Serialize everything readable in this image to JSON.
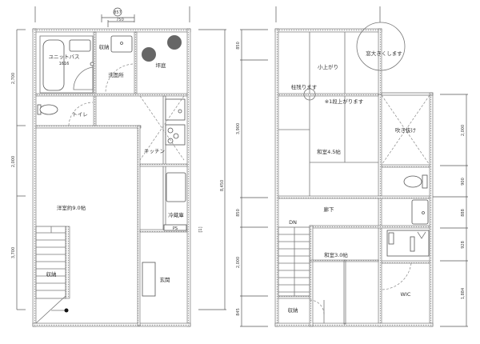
{
  "floor1": {
    "rooms": {
      "unit_bath": "ユニットバス",
      "unit_bath_size": "1616",
      "storage_top": "収納",
      "washroom": "洗面所",
      "garden": "坪庭",
      "toilet": "トイレ",
      "kitchen": "キッチン",
      "western_room": "洋室約9.0帖",
      "fridge": "冷蔵庫",
      "ps": "PS",
      "storage_stairs": "収納",
      "entrance": "玄関"
    },
    "dimensions": {
      "top_circle": "857",
      "top_inner": "750",
      "left": [
        "2,700",
        "2,000",
        "3,700"
      ],
      "total": "8,450",
      "side_mark": "[1]"
    }
  },
  "floor2": {
    "rooms": {
      "loft": "小上がり",
      "note_window": "窓大きくします",
      "note_pillar": "柱残ります",
      "note_step": "※1段上がります",
      "atrium": "吹き抜け",
      "japanese_45": "和室4.5帖",
      "corridor": "廊下",
      "down": "DN",
      "japanese_30": "和室3.0帖",
      "storage": "収納",
      "wic": "WIC"
    },
    "dimensions": {
      "left": [
        "850",
        "3,900",
        "850",
        "2,000",
        "845"
      ],
      "right": [
        "2,000",
        "900",
        "888",
        "928",
        "1,884"
      ]
    }
  }
}
